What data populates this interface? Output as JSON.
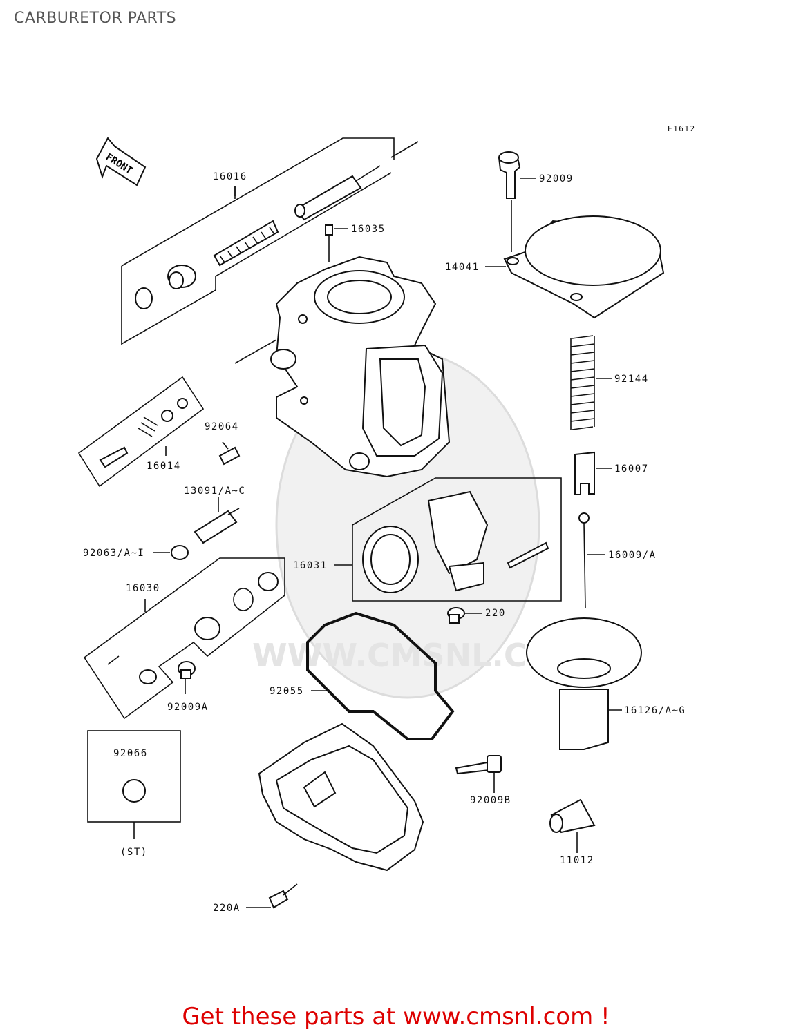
{
  "header": {
    "title": "CARBURETOR PARTS"
  },
  "diagram": {
    "figure_code": "E1612",
    "front_label": "FRONT",
    "watermark": "WWW.CMSNL.COM",
    "callouts": [
      {
        "id": "16016",
        "label": "16016"
      },
      {
        "id": "16035",
        "label": "16035"
      },
      {
        "id": "92009",
        "label": "92009"
      },
      {
        "id": "14041",
        "label": "14041"
      },
      {
        "id": "92144",
        "label": "92144"
      },
      {
        "id": "16014",
        "label": "16014"
      },
      {
        "id": "92064",
        "label": "92064"
      },
      {
        "id": "16007",
        "label": "16007"
      },
      {
        "id": "13091",
        "label": "13091/A~C"
      },
      {
        "id": "16031",
        "label": "16031"
      },
      {
        "id": "16009",
        "label": "16009/A"
      },
      {
        "id": "92063",
        "label": "92063/A~I"
      },
      {
        "id": "16030",
        "label": "16030"
      },
      {
        "id": "220",
        "label": "220"
      },
      {
        "id": "92055",
        "label": "92055"
      },
      {
        "id": "16126",
        "label": "16126/A~G"
      },
      {
        "id": "92009A",
        "label": "92009A"
      },
      {
        "id": "92066",
        "label": "92066"
      },
      {
        "id": "92009B",
        "label": "92009B"
      },
      {
        "id": "st",
        "label": "(ST)"
      },
      {
        "id": "11012",
        "label": "11012"
      },
      {
        "id": "220A",
        "label": "220A"
      }
    ]
  },
  "footer": {
    "cta_text": "Get these parts at www.cmsnl.com !",
    "link_color": "#dd0000"
  }
}
